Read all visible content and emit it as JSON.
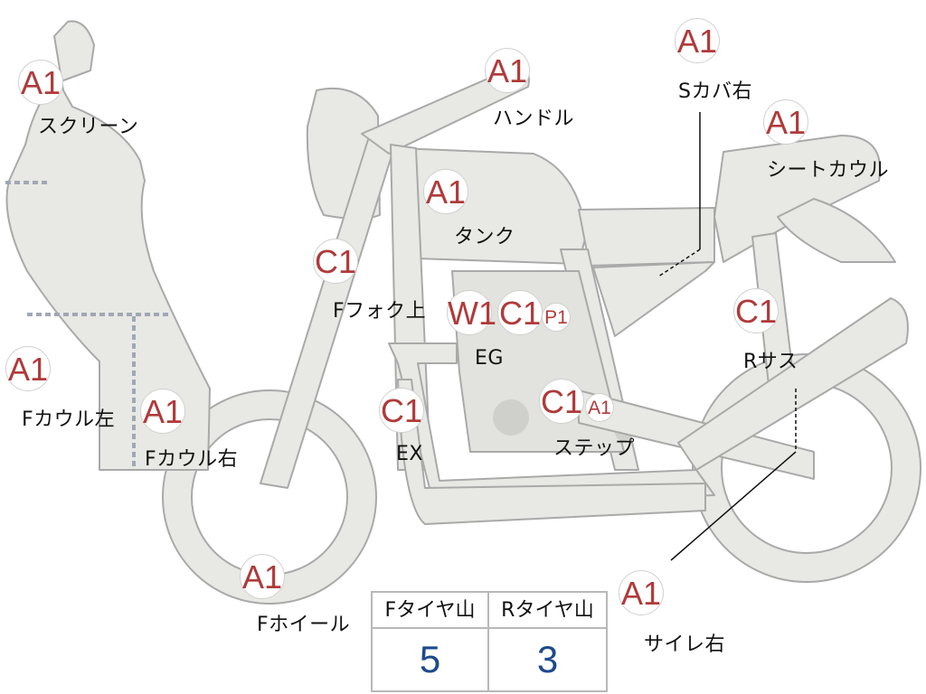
{
  "parts": [
    {
      "id": "screen",
      "grade": "A1",
      "label": "スクリーン"
    },
    {
      "id": "handle",
      "grade": "A1",
      "label": "ハンドル"
    },
    {
      "id": "s-cover-right",
      "grade": "A1",
      "label": "Sカバ右"
    },
    {
      "id": "seat-cowl",
      "grade": "A1",
      "label": "シートカウル"
    },
    {
      "id": "tank",
      "grade": "A1",
      "label": "タンク"
    },
    {
      "id": "f-fork-upper",
      "grade": "C1",
      "label": "Fフォク上"
    },
    {
      "id": "engine",
      "grade": "W1",
      "label": "EG"
    },
    {
      "id": "engine-c1",
      "grade": "C1",
      "label": ""
    },
    {
      "id": "engine-p1",
      "grade": "P1",
      "label": ""
    },
    {
      "id": "r-suspension",
      "grade": "C1",
      "label": "Rサス"
    },
    {
      "id": "f-cowl-left",
      "grade": "A1",
      "label": "Fカウル左"
    },
    {
      "id": "f-cowl-right",
      "grade": "A1",
      "label": "Fカウル右"
    },
    {
      "id": "exhaust",
      "grade": "C1",
      "label": "EX"
    },
    {
      "id": "step-c1",
      "grade": "C1",
      "label": ""
    },
    {
      "id": "step",
      "grade": "A1",
      "label": "ステップ"
    },
    {
      "id": "f-wheel",
      "grade": "A1",
      "label": "Fホイール"
    },
    {
      "id": "silencer-right",
      "grade": "A1",
      "label": "サイレ右"
    }
  ],
  "tyre_table": {
    "front_header": "Fタイヤ山",
    "rear_header": "Rタイヤ山",
    "front_value": "5",
    "rear_value": "3"
  },
  "colors": {
    "grade": "#b03a3a",
    "part_fill": "#e8e8e4",
    "part_stroke": "#a9a9a9",
    "tyre_value": "#1d4a8c"
  }
}
